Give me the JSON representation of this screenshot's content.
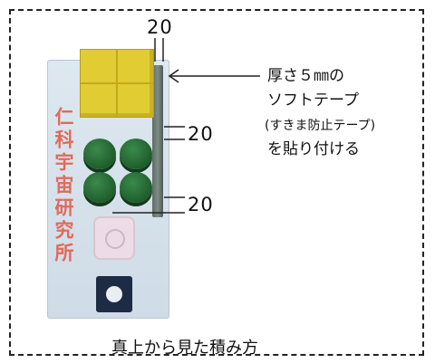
{
  "dimensions": {
    "top_width": "20",
    "mid_height": "20",
    "lower_height": "20"
  },
  "note": {
    "line1": "厚さ５㎜の",
    "line2": "ソフトテープ",
    "line3": "(すきま防止テープ)",
    "line4": "を貼り付ける"
  },
  "board": {
    "label": "仁科宇宙研究所"
  },
  "caption": "真上から見た積み方"
}
